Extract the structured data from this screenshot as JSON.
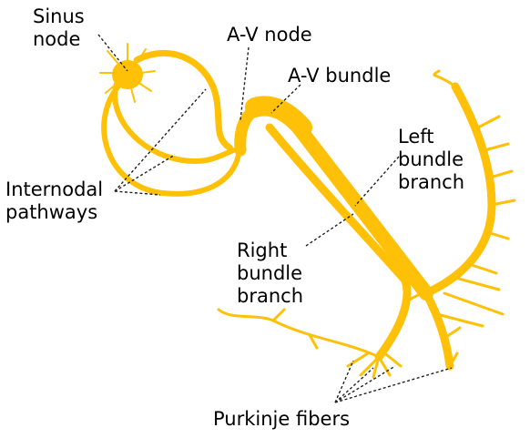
{
  "labels": {
    "sinus_node": [
      "Sinus",
      "node"
    ],
    "av_node": "A-V node",
    "av_bundle": "A-V bundle",
    "left_bundle_branch": [
      "Left",
      "bundle",
      "branch"
    ],
    "internodal_pathways": [
      "Internodal",
      "pathways"
    ],
    "right_bundle_branch": [
      "Right",
      "bundle",
      "branch"
    ],
    "purkinje_fibers": "Purkinje fibers"
  },
  "colors": {
    "conduction_tissue": "#fec107",
    "leader_lines": "#222222",
    "text": "#000000"
  }
}
